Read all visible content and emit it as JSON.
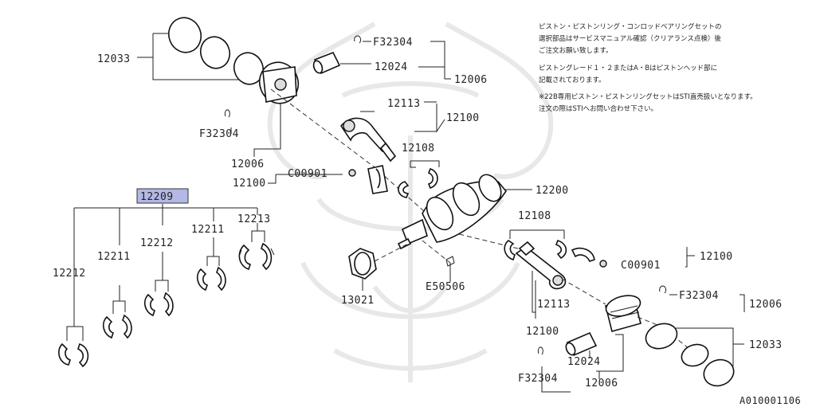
{
  "notes": [
    "ピストン・ピストンリング・コンロッドベアリングセットの",
    "選択部品はサービスマニュアル確認（クリアランス点検）後",
    "ご注文お願い致します。",
    "ピストングレード１・２またはA・Bはピストンヘッド部に",
    "記載されております。",
    "※22B専用ピストン・ピストンリングセットはSTI直売扱いとなります。",
    "注文の際はSTIへお問い合わせ下さい。"
  ],
  "figure_id": "A010001106",
  "callouts": {
    "c12033_top": "12033",
    "cF32304_top": "F32304",
    "c12024_top": "12024",
    "c12006_top_right": "12006",
    "cF32304_left": "F32304",
    "c12006_left": "12006",
    "c12113_top": "12113",
    "c12100_top": "12100",
    "c12108_top": "12108",
    "cC00901_top": "C00901",
    "c12100_left": "12100",
    "c12200": "12200",
    "c12209": "12209",
    "c12212_a": "12212",
    "c12211_a": "12211",
    "c12212_b": "12212",
    "c12211_b": "12211",
    "c12213": "12213",
    "c13021": "13021",
    "cE50506": "E50506",
    "c12108_bot": "12108",
    "cC00901_bot": "C00901",
    "c12100_right": "12100",
    "c12113_bot": "12113",
    "c12100_bot": "12100",
    "cF32304_right": "F32304",
    "c12006_right": "12006",
    "c12033_bot": "12033",
    "c12024_bot": "12024",
    "cF32304_bot": "F32304",
    "c12006_bot": "12006"
  },
  "colors": {
    "highlight": "#b3b8e6",
    "line": "#222222",
    "watermark": "#e8e8e8"
  }
}
